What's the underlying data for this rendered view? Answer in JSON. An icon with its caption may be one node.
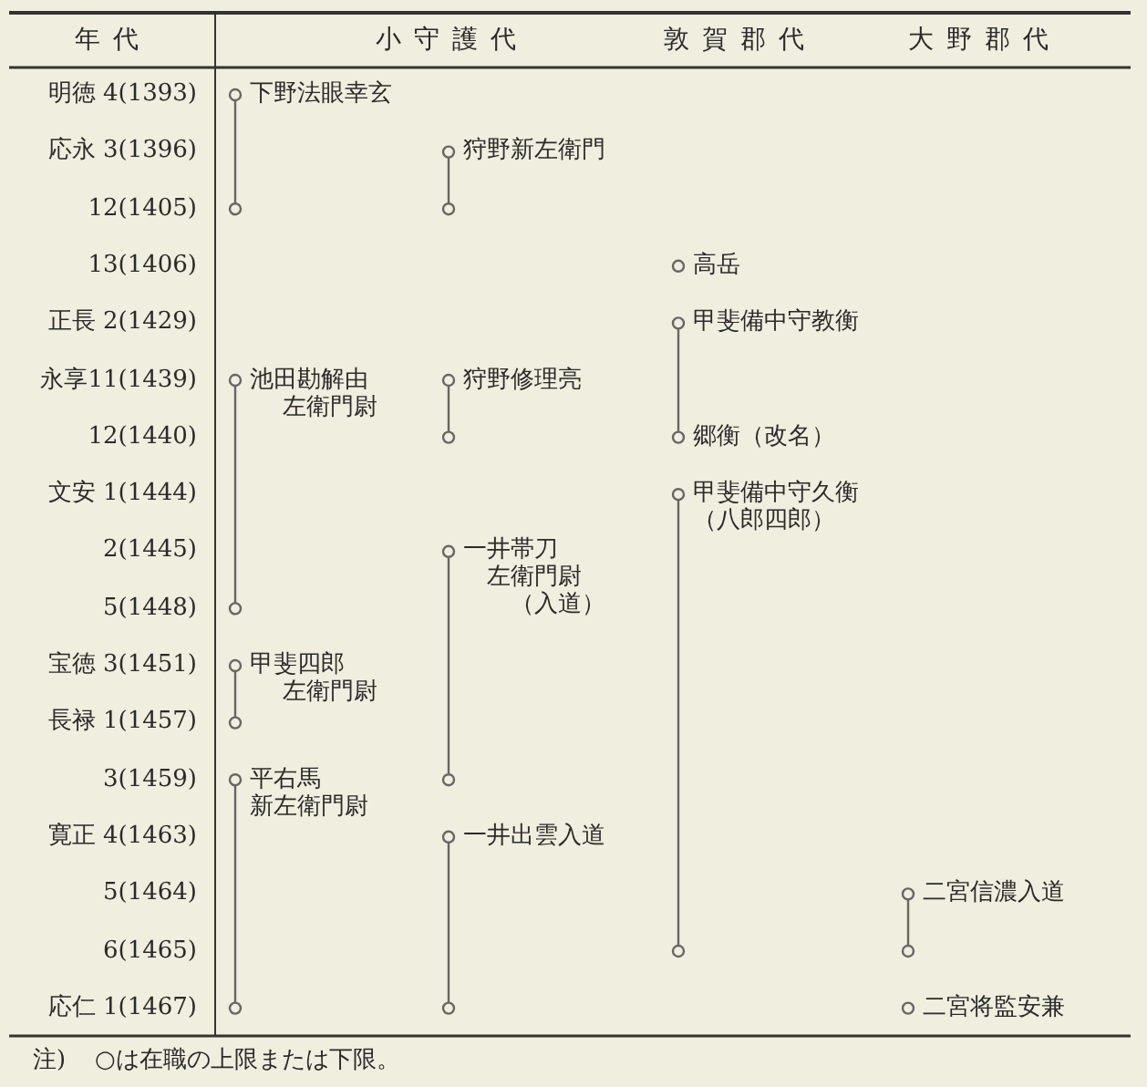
{
  "diagram": {
    "labels": [
      "年代",
      "小守護代",
      "敦賀郡代",
      "大野郡代",
      "明徳 4(1393)",
      "下野法眼幸玄",
      "応永 3(1396)",
      "狩野新左衛門",
      "12(1405)",
      "13(1406)",
      "高岳",
      "正長 2(1429)",
      "甲斐備中守教衡",
      "永享11(1439)",
      "池田勘解由左衛門尉",
      "狩野修理亮",
      "12(1440)",
      "郷衡（改名）",
      "文安 1(1444)",
      "甲斐備中守久衡（八郎四郎）",
      "2(1445)",
      "一井帯刀左衛門尉（入道）",
      "5(1448)",
      "宝徳 3(1451)",
      "甲斐四郎左衛門尉",
      "長禄 1(1457)",
      "3(1459)",
      "平右馬新左衛門尉",
      "寛正 4(1463)",
      "一井出雲入道",
      "5(1464)",
      "二宮信濃入道",
      "6(1465)",
      "応仁 1(1467)",
      "二宮将監安兼",
      "注)",
      "○は在職の上限または下限。"
    ]
  }
}
